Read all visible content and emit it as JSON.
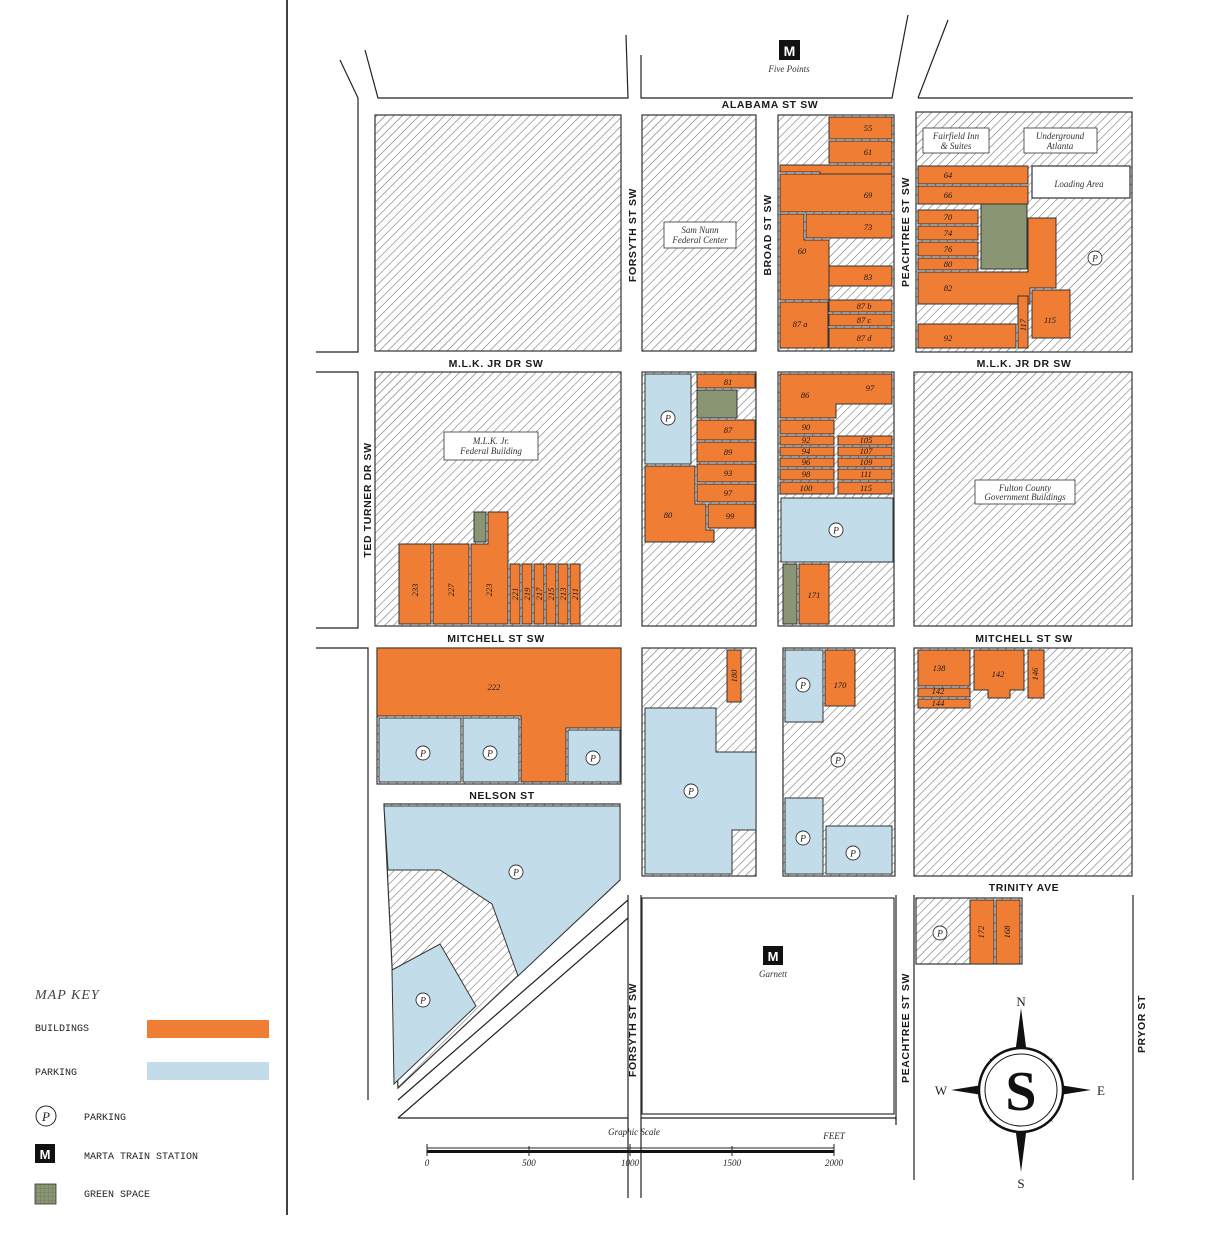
{
  "colors": {
    "building": "#f07d34",
    "parking": "#c3dce9",
    "green": "#8a9573",
    "hatch": "#6a6a6a",
    "outline": "#333333"
  },
  "streets": {
    "alabama": "ALABAMA ST SW",
    "mlk_center": "M.L.K. JR DR SW",
    "mlk_right": "M.L.K. JR DR SW",
    "mitchell_left": "MITCHELL ST SW",
    "mitchell_right": "MITCHELL ST SW",
    "nelson": "NELSON ST",
    "trinity": "TRINITY AVE",
    "forsyth_north": "FORSYTH ST SW",
    "forsyth_south": "FORSYTH ST SW",
    "broad": "BROAD ST SW",
    "peachtree_north": "PEACHTREE ST SW",
    "peachtree_south": "PEACHTREE ST SW",
    "ted_turner": "TED TURNER DR SW",
    "pryor": "PRYOR ST"
  },
  "stations": {
    "five_points": "Five Points",
    "garnett": "Garnett",
    "marker": "M"
  },
  "places": {
    "sam_nunn_1": "Sam Nunn",
    "sam_nunn_2": "Federal Center",
    "fairfield_1": "Fairfield Inn",
    "fairfield_2": "& Suites",
    "underground_1": "Underground",
    "underground_2": "Atlanta",
    "loading": "Loading Area",
    "mlk_fed_1": "M.L.K. Jr.",
    "mlk_fed_2": "Federal Building",
    "fulton_1": "Fulton County",
    "fulton_2": "Government Buildings"
  },
  "parcels": {
    "p55": "55",
    "p61": "61",
    "p69": "69",
    "p73": "73",
    "p60": "60",
    "p83": "83",
    "p87a": "87 a",
    "p87b": "87 b",
    "p87c": "87 c",
    "p87d": "87 d",
    "p64": "64",
    "p66": "66",
    "p70": "70",
    "p74": "74",
    "p76": "76",
    "p80r": "80",
    "p82": "82",
    "p92": "92",
    "p117": "117",
    "p115": "115",
    "p81": "81",
    "p87m": "87",
    "p89": "89",
    "p93": "93",
    "p97m": "97",
    "p99": "99",
    "p80m": "80",
    "p86": "86",
    "p97": "97",
    "p90": "90",
    "p92b": "92",
    "p94": "94",
    "p96": "96",
    "p98": "98",
    "p100": "100",
    "p105": "105",
    "p107": "107",
    "p109": "109",
    "p111": "111",
    "p115b": "115",
    "p171": "171",
    "p233": "233",
    "p227": "227",
    "p223": "223",
    "p221": "221",
    "p219": "219",
    "p217": "217",
    "p215": "215",
    "p213": "213",
    "p211": "211",
    "p222": "222",
    "p180": "180",
    "p170": "170",
    "p138": "138",
    "p142": "142",
    "p146": "146",
    "p142b": "142",
    "p144": "144",
    "p172": "172",
    "p168": "168"
  },
  "parking_marker": "P",
  "scale": {
    "title": "Graphic Scale",
    "unit": "FEET",
    "ticks": [
      "0",
      "500",
      "1000",
      "1500",
      "2000"
    ]
  },
  "compass": {
    "n": "N",
    "s": "S",
    "e": "E",
    "w": "W",
    "center": "S"
  },
  "key": {
    "title": "MAP KEY",
    "buildings": "BUILDINGS",
    "parking": "PARKING",
    "parking_symbol": "PARKING",
    "marta": "MARTA TRAIN STATION",
    "green": "GREEN SPACE"
  }
}
